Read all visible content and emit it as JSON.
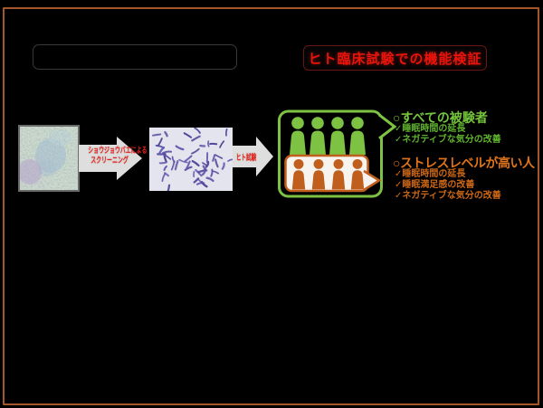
{
  "header": {
    "empty_box_text": "",
    "badge_label": "ヒト臨床試験での機能検証"
  },
  "flow": {
    "screening_arrow_label_line1": "ショウジョウバエによる",
    "screening_arrow_label_line2": "スクリーニング",
    "human_trial_arrow_label": "ヒト試験"
  },
  "results": {
    "all_subjects": {
      "heading": "○すべての被験者",
      "items": [
        "✓睡眠時間の延長",
        "✓ネガティブな気分の改善"
      ]
    },
    "high_stress": {
      "heading": "○ストレスレベルが高い人",
      "items": [
        "✓睡眠時間の延長",
        "✓睡眠満足感の改善",
        "✓ネガティブな気分の改善"
      ]
    }
  },
  "icons": {
    "green_person": "person-icon",
    "orange_person": "person-icon",
    "flow_arrow": "arrow-right-icon"
  },
  "colors": {
    "slide_border": "#a4572a",
    "red_text": "#e8140c",
    "green": "#7dc242",
    "orange": "#c05e1e",
    "panel_white": "#f7f4ef",
    "arrow_fill": "#dedede"
  }
}
